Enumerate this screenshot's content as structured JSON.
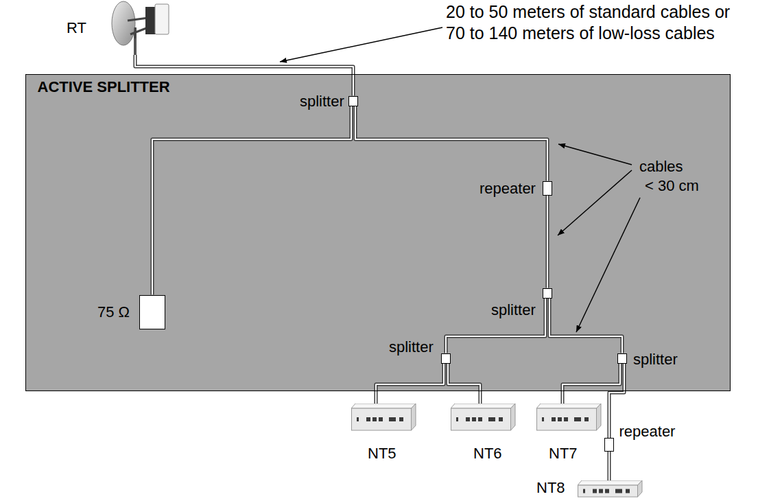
{
  "diagram": {
    "nodes": [
      {
        "text": [
          "RT"
        ]
      },
      {
        "text": [
          "ACTIVE SPLITTER"
        ]
      },
      {
        "text": [
          "splitter"
        ],
        "in": 1
      },
      {
        "text": [
          "repeater"
        ],
        "in": 1
      },
      {
        "text": [
          "75 Ω"
        ],
        "in": 1
      },
      {
        "text": [
          "splitter"
        ],
        "in": 1
      },
      {
        "text": [
          "splitter"
        ],
        "in": 1
      },
      {
        "text": [
          "splitter"
        ],
        "in": 1
      },
      {
        "text": [
          "NT5"
        ]
      },
      {
        "text": [
          "NT6"
        ]
      },
      {
        "text": [
          "NT7"
        ]
      },
      {
        "text": [
          "repeater"
        ]
      },
      {
        "text": [
          "NT8"
        ]
      }
    ],
    "edges": [
      {
        "from": 0,
        "to": 2,
        "arrow": "none"
      },
      {
        "from": 2,
        "to": 4,
        "arrow": "none"
      },
      {
        "from": 2,
        "to": 3,
        "arrow": "none"
      },
      {
        "from": 3,
        "to": 5,
        "arrow": "none"
      },
      {
        "from": 5,
        "to": 6,
        "arrow": "none"
      },
      {
        "from": 5,
        "to": 7,
        "arrow": "none"
      },
      {
        "from": 6,
        "to": 8,
        "arrow": "none"
      },
      {
        "from": 6,
        "to": 9,
        "arrow": "none"
      },
      {
        "from": 7,
        "to": 10,
        "arrow": "none"
      },
      {
        "from": 7,
        "to": 11,
        "arrow": "none"
      },
      {
        "from": 11,
        "to": 12,
        "arrow": "none"
      }
    ],
    "labels": [
      "20 to 50 meters of standard cables or 70 to 140 meters of low-loss cables",
      "cables",
      "< 30 cm"
    ]
  }
}
